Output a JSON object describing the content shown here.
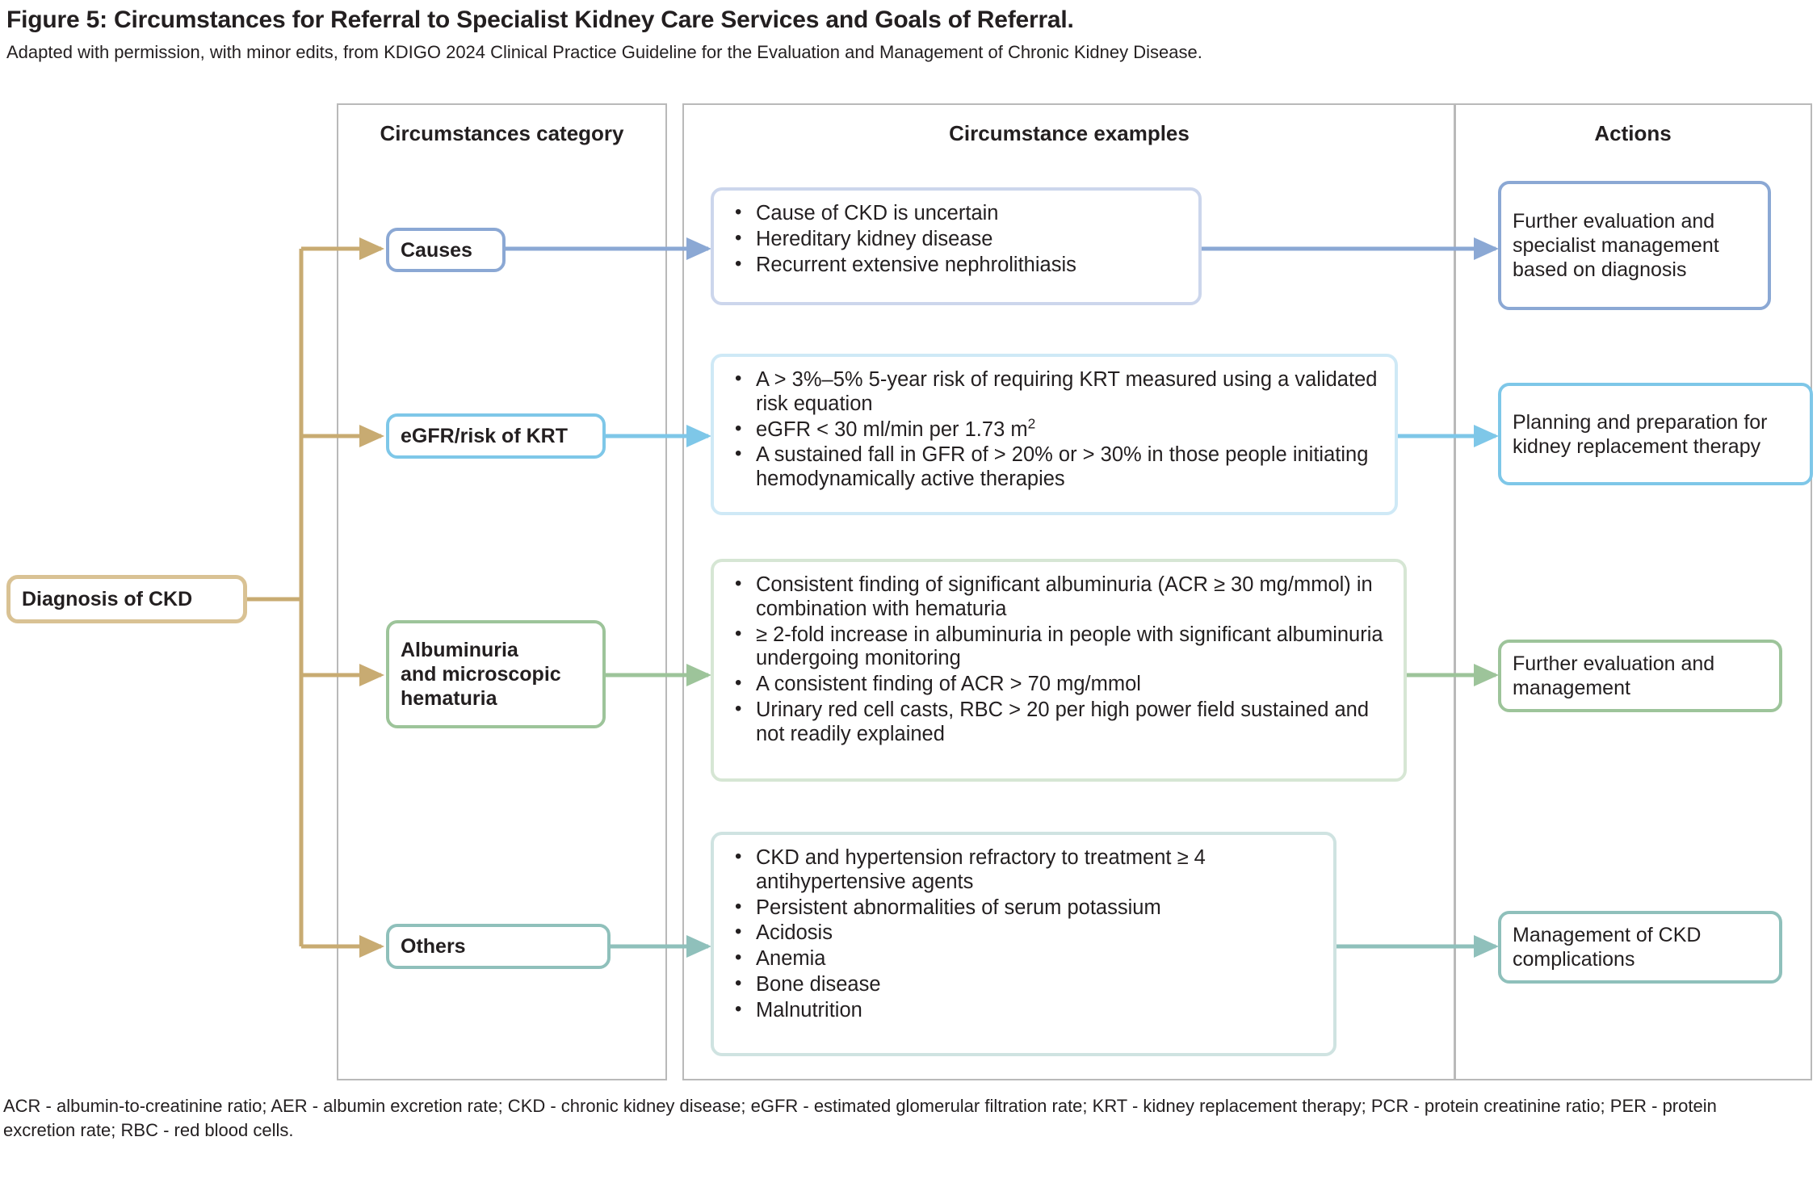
{
  "figure": {
    "title": "Figure 5: Circumstances for Referral to Specialist Kidney Care Services and Goals of Referral.",
    "subtitle": "Adapted with permission, with minor edits, from KDIGO 2024 Clinical Practice Guideline for the Evaluation and Management of Chronic Kidney Disease.",
    "footnote": "ACR - albumin-to-creatinine ratio; AER - albumin excretion rate; CKD - chronic kidney disease; eGFR - estimated glomerular filtration rate; KRT - kidney replacement therapy; PCR - protein creatinine ratio; PER - protein excretion rate; RBC - red blood cells."
  },
  "columns": {
    "category": "Circumstances category",
    "examples": "Circumstance examples",
    "actions": "Actions"
  },
  "root": {
    "label": "Diagnosis of CKD"
  },
  "colors": {
    "root": "#d9c294",
    "causes": "#8ba8d4",
    "egfr": "#7ec7e8",
    "albuminuria": "#9dc49a",
    "others": "#8fc0bb",
    "frame": "#b9b9b9"
  },
  "rows": [
    {
      "id": "causes",
      "category": "Causes",
      "examples": [
        "Cause of CKD is uncertain",
        "Hereditary kidney disease",
        "Recurrent extensive nephrolithiasis"
      ],
      "action": "Further evaluation and specialist management based on diagnosis"
    },
    {
      "id": "egfr",
      "category": "eGFR/risk of KRT",
      "examples": [
        "A > 3%–5% 5-year risk of requiring KRT measured using a validated risk equation",
        "eGFR < 30 ml/min per 1.73 m²",
        "A sustained fall in GFR of > 20% or > 30% in those people initiating hemodynamically active therapies"
      ],
      "action": "Planning and preparation for kidney replacement therapy"
    },
    {
      "id": "albuminuria",
      "category": "Albuminuria and microscopic hematuria",
      "examples": [
        "Consistent finding of significant albuminuria (ACR ≥ 30 mg/mmol) in combination with hematuria",
        "≥ 2-fold increase in albuminuria in people with significant albuminuria undergoing monitoring",
        "A consistent finding of ACR > 70 mg/mmol",
        "Urinary red cell casts, RBC > 20 per high power field sustained and not readily explained"
      ],
      "action": "Further evaluation and management"
    },
    {
      "id": "others",
      "category": "Others",
      "examples": [
        "CKD and hypertension refractory to treatment ≥ 4 antihypertensive agents",
        "Persistent abnormalities of serum potassium",
        "Acidosis",
        "Anemia",
        "Bone disease",
        "Malnutrition"
      ],
      "action": "Management of CKD complications"
    }
  ]
}
